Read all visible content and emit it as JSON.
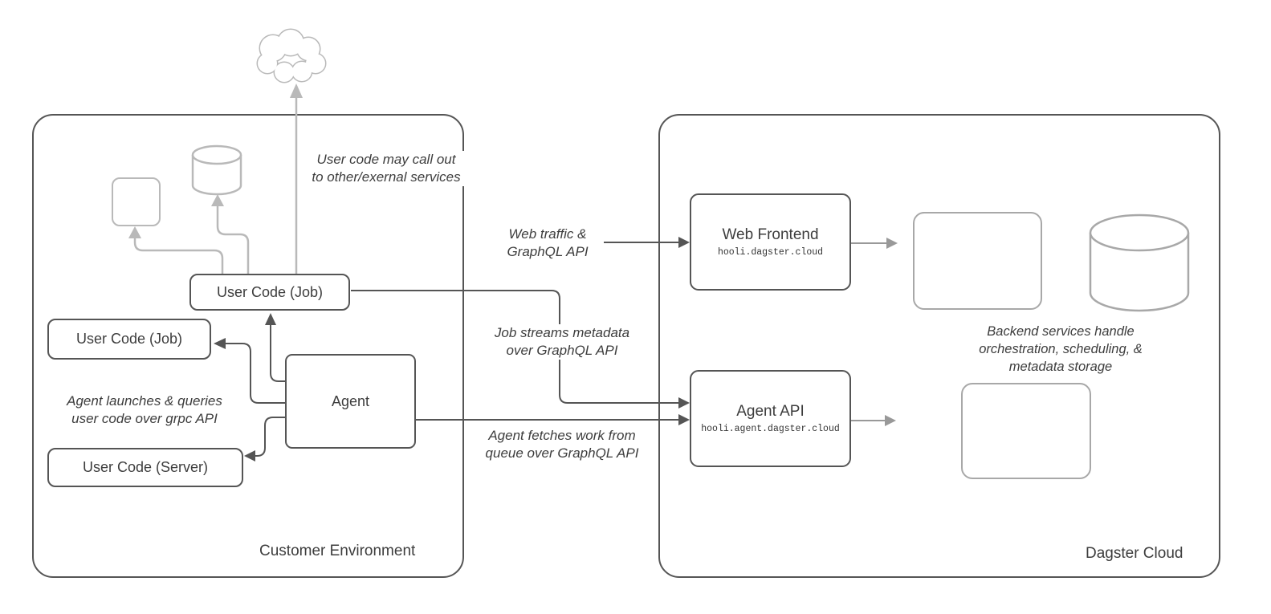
{
  "diagram": {
    "customer_environment": {
      "label": "Customer Environment",
      "nodes": {
        "user_code_job_top": {
          "title": "User Code (Job)"
        },
        "user_code_job": {
          "title": "User Code (Job)"
        },
        "user_code_server": {
          "title": "User Code (Server)"
        },
        "agent": {
          "title": "Agent"
        }
      },
      "annotations": {
        "external_services": {
          "line1": "User code may call out",
          "line2": "to other/exernal services"
        },
        "agent_launches": {
          "line1": "Agent launches & queries",
          "line2": "user code over grpc API"
        }
      }
    },
    "dagster_cloud": {
      "label": "Dagster Cloud",
      "nodes": {
        "web_frontend": {
          "title": "Web Frontend",
          "subtitle": "hooli.dagster.cloud"
        },
        "agent_api": {
          "title": "Agent API",
          "subtitle": "hooli.agent.dagster.cloud"
        }
      },
      "annotations": {
        "backend_services": {
          "line1": "Backend services handle",
          "line2": "orchestration, scheduling, &",
          "line3": "metadata storage"
        }
      }
    },
    "edge_annotations": {
      "web_traffic": {
        "line1": "Web traffic &",
        "line2": "GraphQL API"
      },
      "job_streams": {
        "line1": "Job streams metadata",
        "line2": "over GraphQL API"
      },
      "agent_fetches": {
        "line1": "Agent fetches work from",
        "line2": "queue over GraphQL API"
      }
    },
    "colors": {
      "dark_stroke": "#555555",
      "mid_stroke": "#999999",
      "light_stroke": "#b9b9b9",
      "text": "#3d3d3d"
    }
  }
}
